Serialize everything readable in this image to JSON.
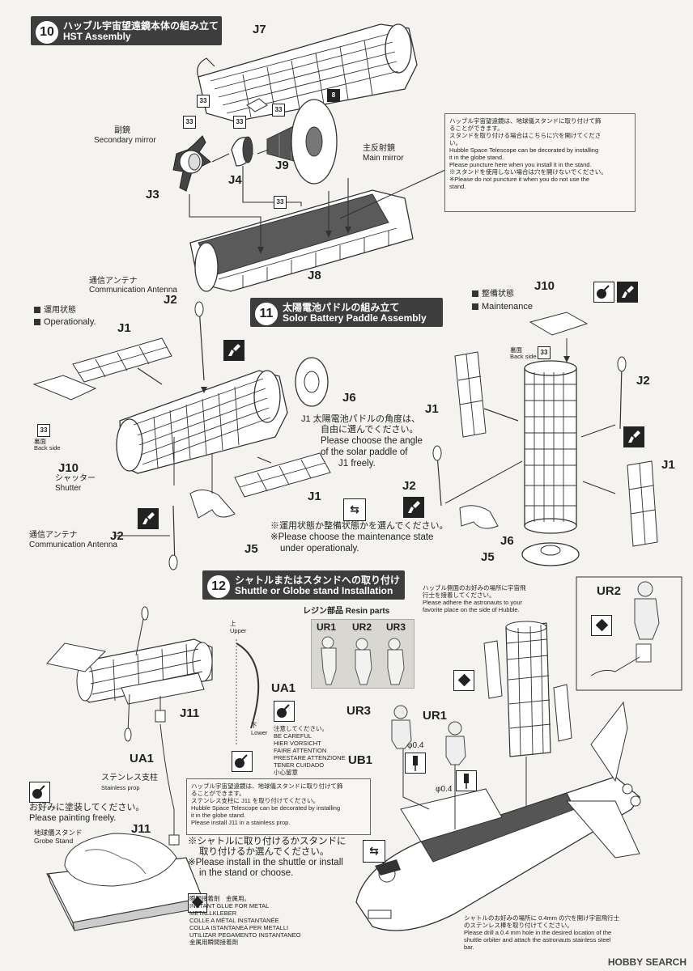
{
  "step10": {
    "num": "10",
    "title_jp": "ハッブル宇宙望遠鏡本体の組み立て",
    "title_en": "HST Assembly"
  },
  "step11": {
    "num": "11",
    "title_jp": "太陽電池パドルの組み立て",
    "title_en": "Solor Battery Paddle Assembly"
  },
  "step12": {
    "num": "12",
    "title_jp": "シャトルまたはスタンドへの取り付け",
    "title_en": "Shuttle or Globe stand Installation"
  },
  "parts": {
    "J7": "J7",
    "J3": "J3",
    "J4": "J4",
    "J9": "J9",
    "J8": "J8",
    "J1": "J1",
    "J2": "J2",
    "J6": "J6",
    "J5": "J5",
    "J10": "J10",
    "J11": "J11",
    "UA1": "UA1",
    "UR1": "UR1",
    "UR2": "UR2",
    "UR3": "UR3",
    "UB1": "UB1"
  },
  "color_numbers": {
    "c33": "33",
    "c8": "8"
  },
  "labels": {
    "secondary_jp": "副鏡",
    "secondary_en": "Secondary mirror",
    "main_jp": "主反射鏡",
    "main_en": "Main mirror",
    "antenna_jp": "通信アンテナ",
    "antenna_en": "Communication Antenna",
    "operational_jp": "運用状態",
    "operational_en": "Operationaly.",
    "maintenance_jp": "整備状態",
    "maintenance_en": "Maintenance",
    "back_jp": "裏面",
    "back_en": "Back side",
    "shutter_jp": "シャッター",
    "shutter_en": "Shutter",
    "resin_title": "レジン部品  Resin parts",
    "upper_jp": "上",
    "upper_en": "Upper",
    "lower_jp": "下",
    "lower_en": "Lower",
    "stainless_jp": "ステンレス支柱",
    "stainless_en": "Stainless prop",
    "paint_jp": "お好みに塗装してください。",
    "paint_en": "Please painting freely.",
    "globe_jp": "地球儀スタンド",
    "globe_en": "Grobe Stand",
    "phi1": "φ0.4",
    "phi2": "φ0.4"
  },
  "notes": {
    "stand_note": [
      "ハッブル宇宙望遠鏡は、地球儀スタンドに取り付けて飾",
      "ることができます。",
      "スタンドを取り付ける場合はこちらに穴を開けてくださ",
      "い。",
      "Hubble Space Telescope can be decorated by installing",
      "it in the globe stand.",
      "Please puncture here when you install it in the stand.",
      "※スタンドを使用しない場合は穴を開けないでください。",
      "※Please do not puncture it when you do not use the",
      "stand."
    ],
    "angle_note": [
      "J1 太陽電池パドルの角度は、",
      "自由に選んでください。",
      "Please choose the angle",
      "of the solar paddle of",
      "J1 freely."
    ],
    "state_note": [
      "※運用状態か整備状態かを選んでください。",
      "※Please choose the maintenance state",
      "under operationaly."
    ],
    "astronaut_note": [
      "ハッブル側面のお好みの場所に宇宙飛",
      "行士を接着してください。",
      "Please adhere the astronauts to your",
      "favorite place on the side of Hubble."
    ],
    "careful_note": [
      "注意してください。",
      "BE CAREFUL",
      "HIER VORSICHT",
      "FAIRE ATTENTION",
      "PRESTARE ATTENZIONE",
      "TENER CUIDADO",
      "小心留意"
    ],
    "install_note": [
      "ハッブル宇宙望遠鏡は、地球儀スタンドに取り付けて飾",
      "ることができます。",
      "ステンレス支柱に J11 を取り付けてください。",
      "Hubble Space Telescope can be decorated by installing",
      "it in the globe stand.",
      "Please install J11 in a stainless prop."
    ],
    "choose_note": [
      "※シャトルに取り付けるかスタンドに",
      "取り付けるか選んでください。",
      "※Please install in the shuttle or install",
      "in the stand or choose."
    ],
    "glue_note": [
      "瞬間接着剤　金属用。",
      "INSTANT GLUE FOR METAL",
      "METALLKLEBER",
      "COLLE A MÉTAL INSTANTANÉE",
      "COLLA ISTANTANEA PER METALLI",
      "UTILIZAR PEGAMENTO INSTANTANEO",
      "金属用瞬間接着劑"
    ],
    "drill_note": [
      "シャトルのお好みの場所に 0.4mm の穴を開け宇宙飛行士",
      "のステンレス棒を取り付けてください。",
      "Please drill a 0.4 mm hole in the desired location of the",
      "shuttle orbiter and attach the astronauts stainless steel",
      "bar."
    ]
  },
  "watermark": "HOBBY SEARCH"
}
